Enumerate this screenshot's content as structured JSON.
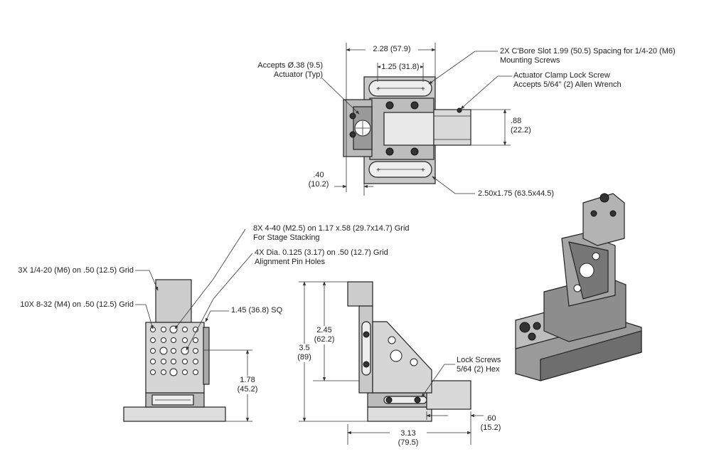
{
  "top_view": {
    "actuator_note": [
      "Accepts Ø.38 (9.5)",
      "Actuator (Typ)"
    ],
    "width_overall": "2.28 (57.9)",
    "width_inner": "1.25 (31.8)",
    "slot_note": [
      "2X C'Bore Slot 1.99 (50.5) Spacing for 1/4-20 (M6)",
      "Mounting Screws"
    ],
    "clamp_note": [
      "Actuator Clamp Lock Screw",
      "Accepts 5/64\" (2) Allen Wrench"
    ],
    "height_dim": [
      ".88",
      "(22.2)"
    ],
    "offset_dim": [
      ".40",
      "(10.2)"
    ],
    "base_dim": "2.50x1.75 (63.5x44.5)"
  },
  "front_view": {
    "stacking_note": [
      "8X 4-40 (M2.5) on 1.17 x.58 (29.7x14.7) Grid",
      "For Stage Stacking"
    ],
    "pin_note": [
      "4X Dia. 0.125 (3.17) on .50 (12.7) Grid",
      "Alignment Pin Holes"
    ],
    "m6_note": "3X 1/4-20 (M6) on .50 (12.5) Grid",
    "m4_note": "10X 8-32 (M4) on .50 (12.5) Grid",
    "square_dim": "1.45 (36.8) SQ",
    "height_dim": [
      "1.78",
      "(45.2)"
    ]
  },
  "side_view": {
    "height_overall": [
      "3.5",
      "(89)"
    ],
    "height_upper": [
      "2.45",
      "(62.2)"
    ],
    "lock_note": [
      "Lock Screws",
      "5/64 (2) Hex"
    ],
    "width_dim": [
      "3.13",
      "(79.5)"
    ],
    "extension_dim": [
      ".60",
      "(15.2)"
    ]
  },
  "iso_view": {}
}
